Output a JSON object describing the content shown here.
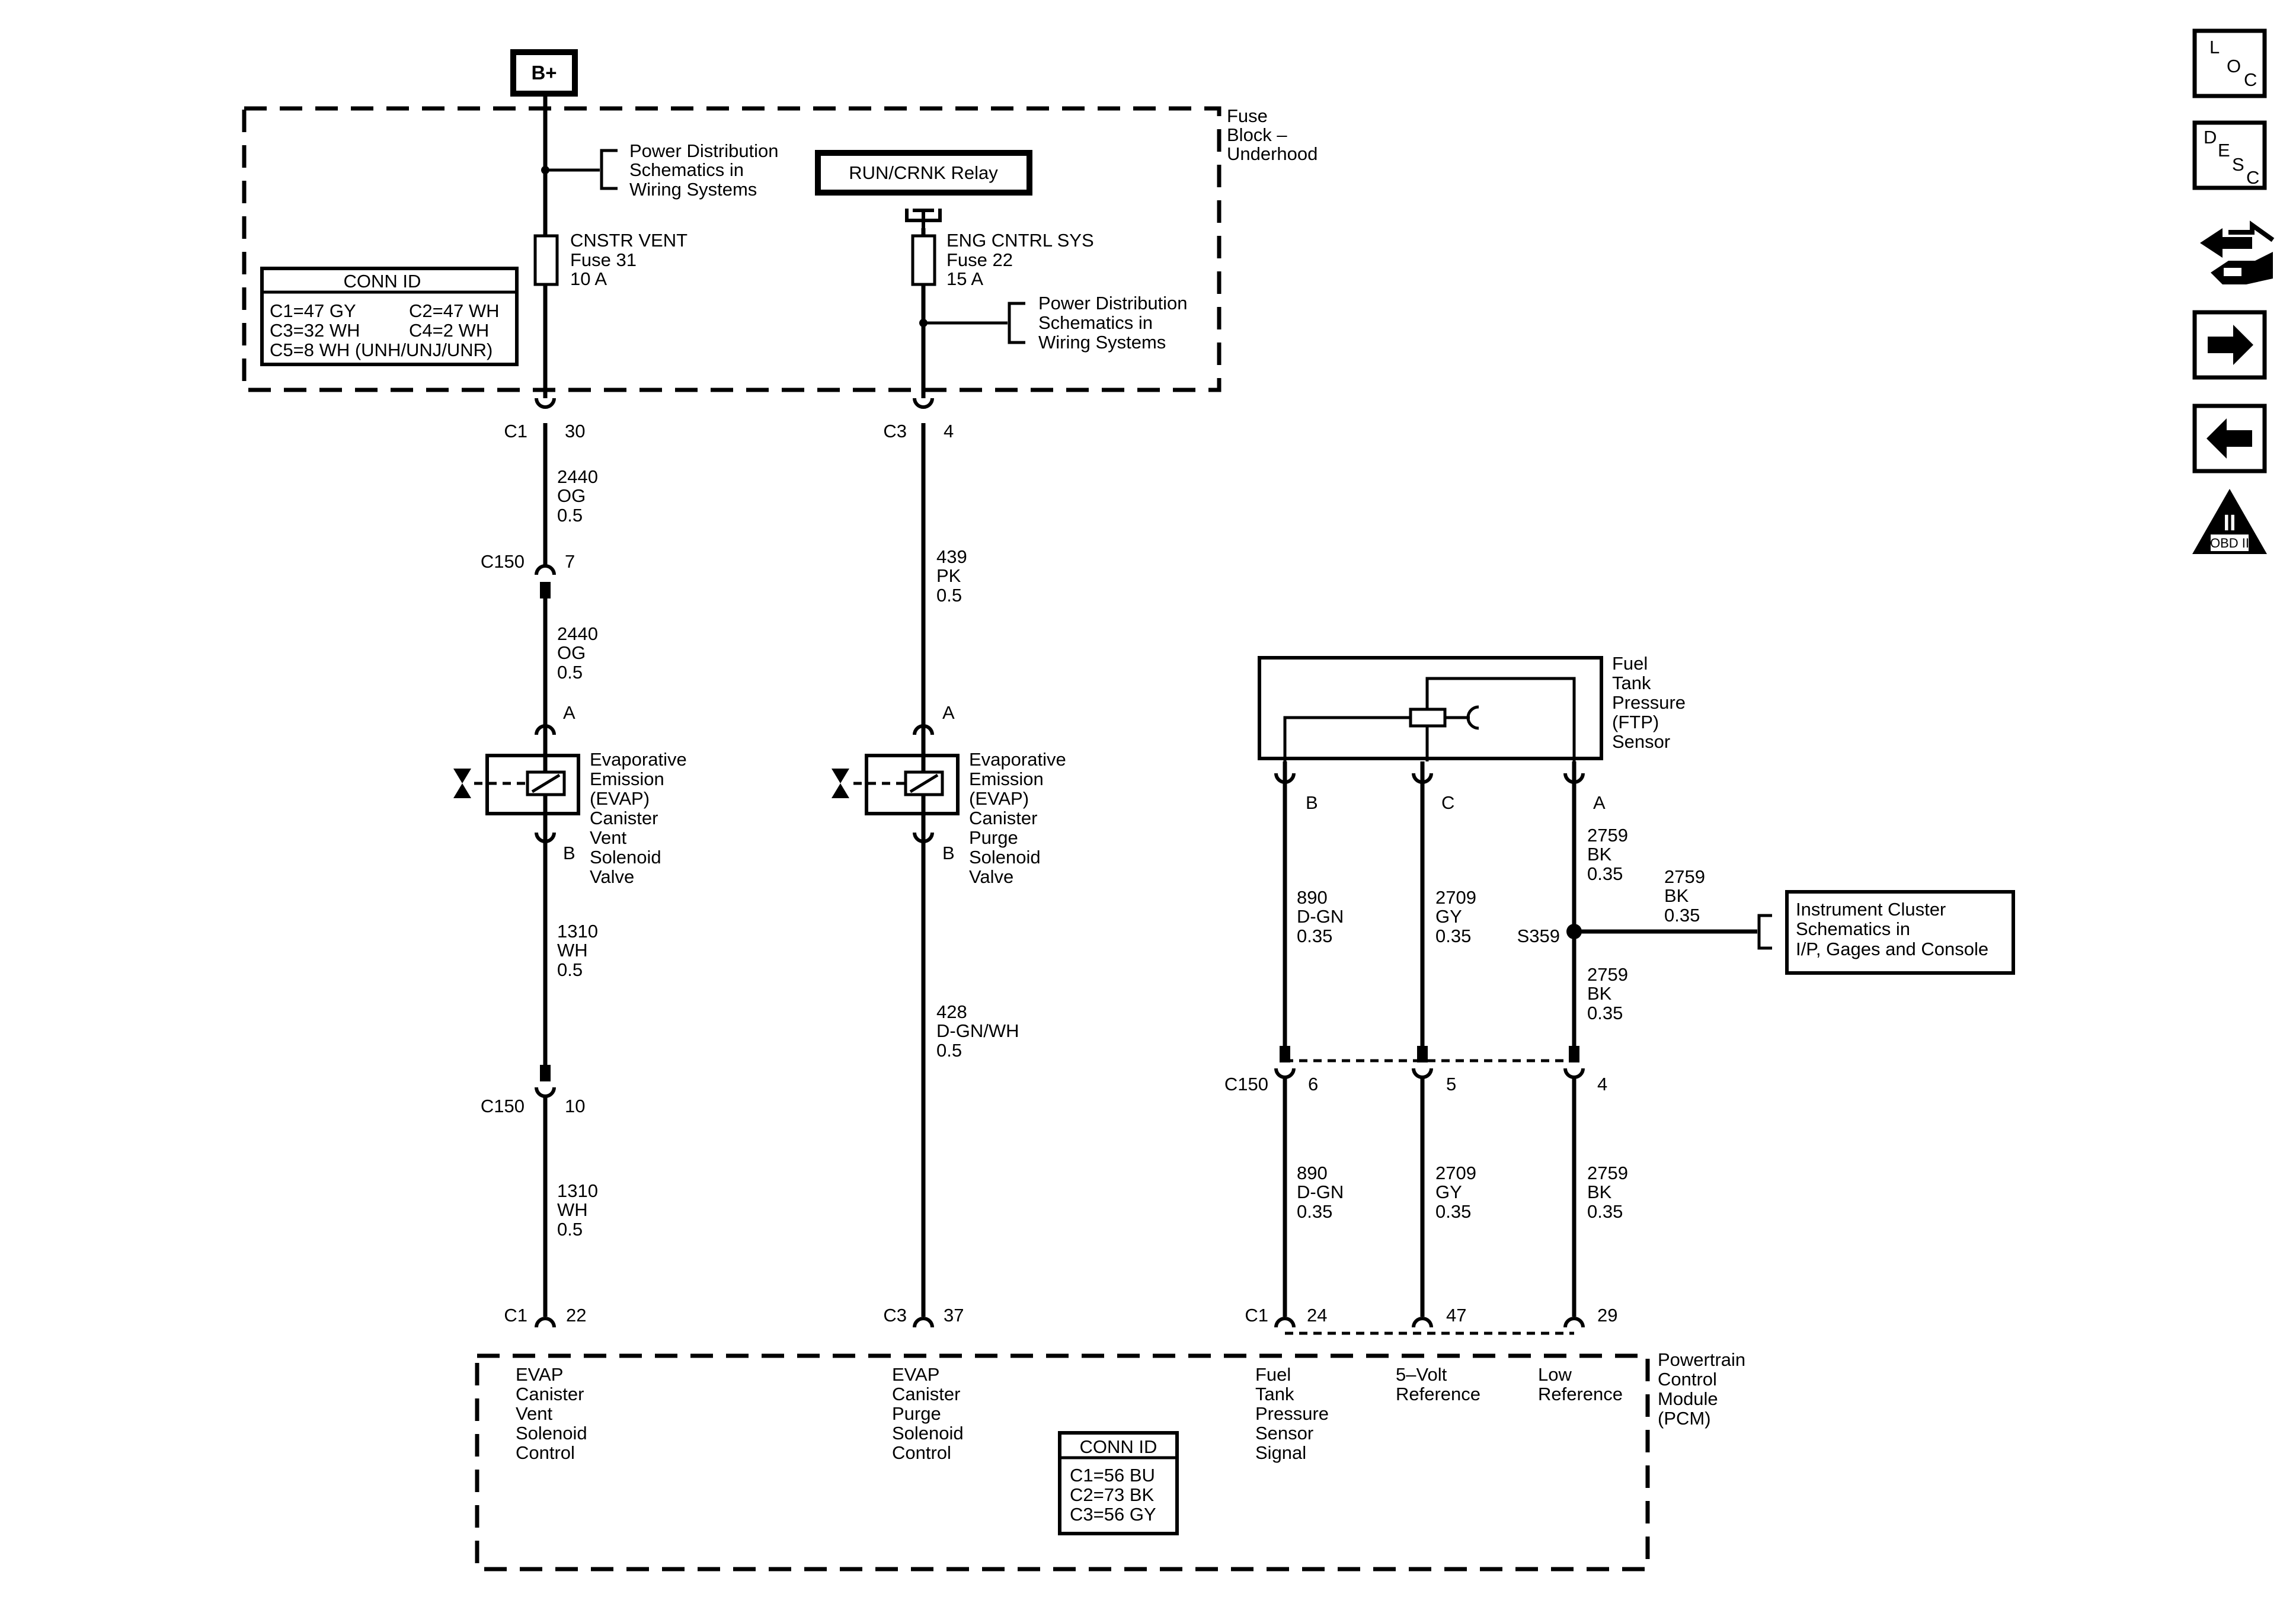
{
  "battery": {
    "label": "B+"
  },
  "fuse_block": {
    "name_lines": [
      "Fuse",
      "Block –",
      "Underhood"
    ]
  },
  "conn_id_fuse": {
    "title": "CONN ID",
    "c1": "C1=47 GY",
    "c2": "C2=47 WH",
    "c3": "C3=32 WH",
    "c4": "C4=2 WH",
    "c5": "C5=8 WH (UNH/UNJ/UNR)"
  },
  "power_distribution": {
    "lines": [
      "Power Distribution",
      "Schematics in",
      "Wiring Systems"
    ]
  },
  "relay": {
    "label": "RUN/CRNK Relay"
  },
  "fuse_vent": {
    "lines": [
      "CNSTR VENT",
      "Fuse 31",
      "10 A"
    ]
  },
  "fuse_eng": {
    "lines": [
      "ENG CNTRL SYS",
      "Fuse 22",
      "15 A"
    ]
  },
  "connectors": {
    "c1": "C1",
    "c3": "C3",
    "c150": "C150",
    "pin_c1_30": "30",
    "pin_c3_4": "4",
    "pin_c150_7": "7",
    "pin_c150_10": "10",
    "pin_c1_22": "22",
    "pin_c3_37": "37",
    "pin_c1_24": "24",
    "pin_c1_47": "47",
    "pin_c1_29": "29",
    "pin_c150_6": "6",
    "pin_c150_5": "5",
    "pin_c150_4": "4",
    "pin_a": "A",
    "pin_b": "B",
    "pin_c": "C",
    "splice": "S359"
  },
  "wires": {
    "w2440": [
      "2440",
      "OG",
      "0.5"
    ],
    "w439": [
      "439",
      "PK",
      "0.5"
    ],
    "w1310": [
      "1310",
      "WH",
      "0.5"
    ],
    "w428": [
      "428",
      "D-GN/WH",
      "0.5"
    ],
    "w890": [
      "890",
      "D-GN",
      "0.35"
    ],
    "w2709": [
      "2709",
      "GY",
      "0.35"
    ],
    "w2759": [
      "2759",
      "BK",
      "0.35"
    ]
  },
  "vent_valve": {
    "lines": [
      "Evaporative",
      "Emission",
      "(EVAP)",
      "Canister",
      "Vent",
      "Solenoid",
      "Valve"
    ]
  },
  "purge_valve": {
    "lines": [
      "Evaporative",
      "Emission",
      "(EVAP)",
      "Canister",
      "Purge",
      "Solenoid",
      "Valve"
    ]
  },
  "ftp_sensor": {
    "lines": [
      "Fuel",
      "Tank",
      "Pressure",
      "(FTP)",
      "Sensor"
    ]
  },
  "instrument_cluster": {
    "lines": [
      "Instrument Cluster",
      "Schematics in",
      "I/P, Gages and Console"
    ]
  },
  "pcm": {
    "name_lines": [
      "Powertrain",
      "Control",
      "Module",
      "(PCM)"
    ],
    "vent_control": [
      "EVAP",
      "Canister",
      "Vent",
      "Solenoid",
      "Control"
    ],
    "purge_control": [
      "EVAP",
      "Canister",
      "Purge",
      "Solenoid",
      "Control"
    ],
    "ftp_signal": [
      "Fuel",
      "Tank",
      "Pressure",
      "Sensor",
      "Signal"
    ],
    "ref_5v": [
      "5–Volt",
      "Reference"
    ],
    "low_ref": [
      "Low",
      "Reference"
    ]
  },
  "conn_id_pcm": {
    "title": "CONN ID",
    "c1": "C1=56 BU",
    "c2": "C2=73 BK",
    "c3": "C3=56 GY"
  },
  "nav": {
    "loc_icon": "loc-icon",
    "desc_icon": "desc-icon",
    "connector_icon": "connector-end-view-icon",
    "next_icon": "arrow-right-icon",
    "prev_icon": "arrow-left-icon",
    "obd_icon": "obd-ii-icon",
    "obd_label": "OBD II",
    "obd_numeral": "II",
    "loc": {
      "l1": "L",
      "l2": "O",
      "l3": "C"
    },
    "desc": {
      "l1": "D",
      "l2": "E",
      "l3": "S",
      "l4": "C"
    }
  }
}
